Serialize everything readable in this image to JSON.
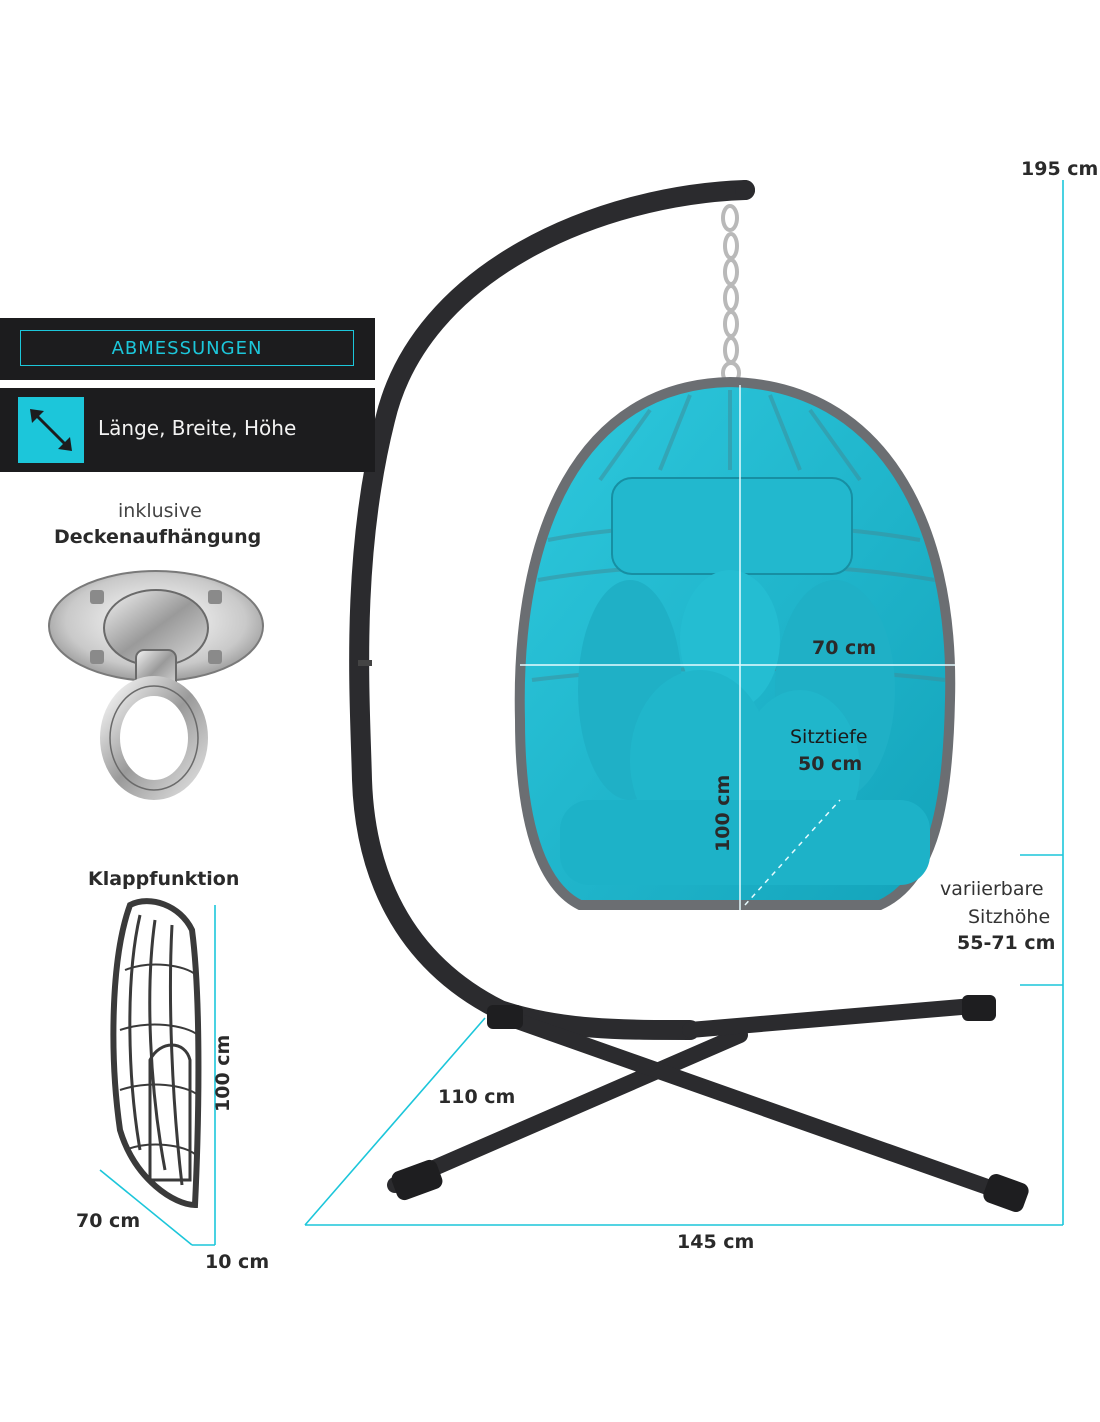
{
  "panel": {
    "header": "ABMESSUNGEN",
    "dims_icon": "diagonal-arrow-icon",
    "dims_label": "Länge, Breite, Höhe"
  },
  "hook": {
    "line1": "inklusive",
    "line2": "Deckenaufhängung"
  },
  "fold": {
    "title": "Klappfunktion",
    "height": "100 cm",
    "width": "70 cm",
    "depth": "10 cm"
  },
  "dimensions": {
    "total_height": "195 cm",
    "basket_width": "70 cm",
    "seat_depth_label": "Sitztiefe",
    "seat_depth": "50 cm",
    "basket_height": "100 cm",
    "seat_height_line1": "variierbare",
    "seat_height_line2": "Sitzhöhe",
    "seat_height": "55-71 cm",
    "base_depth": "110 cm",
    "base_width": "145 cm"
  },
  "colors": {
    "accent": "#1cc6da",
    "cushion": "#1fb3c9",
    "frame": "#2b2b2e",
    "panel_bg": "#1c1c1e"
  }
}
